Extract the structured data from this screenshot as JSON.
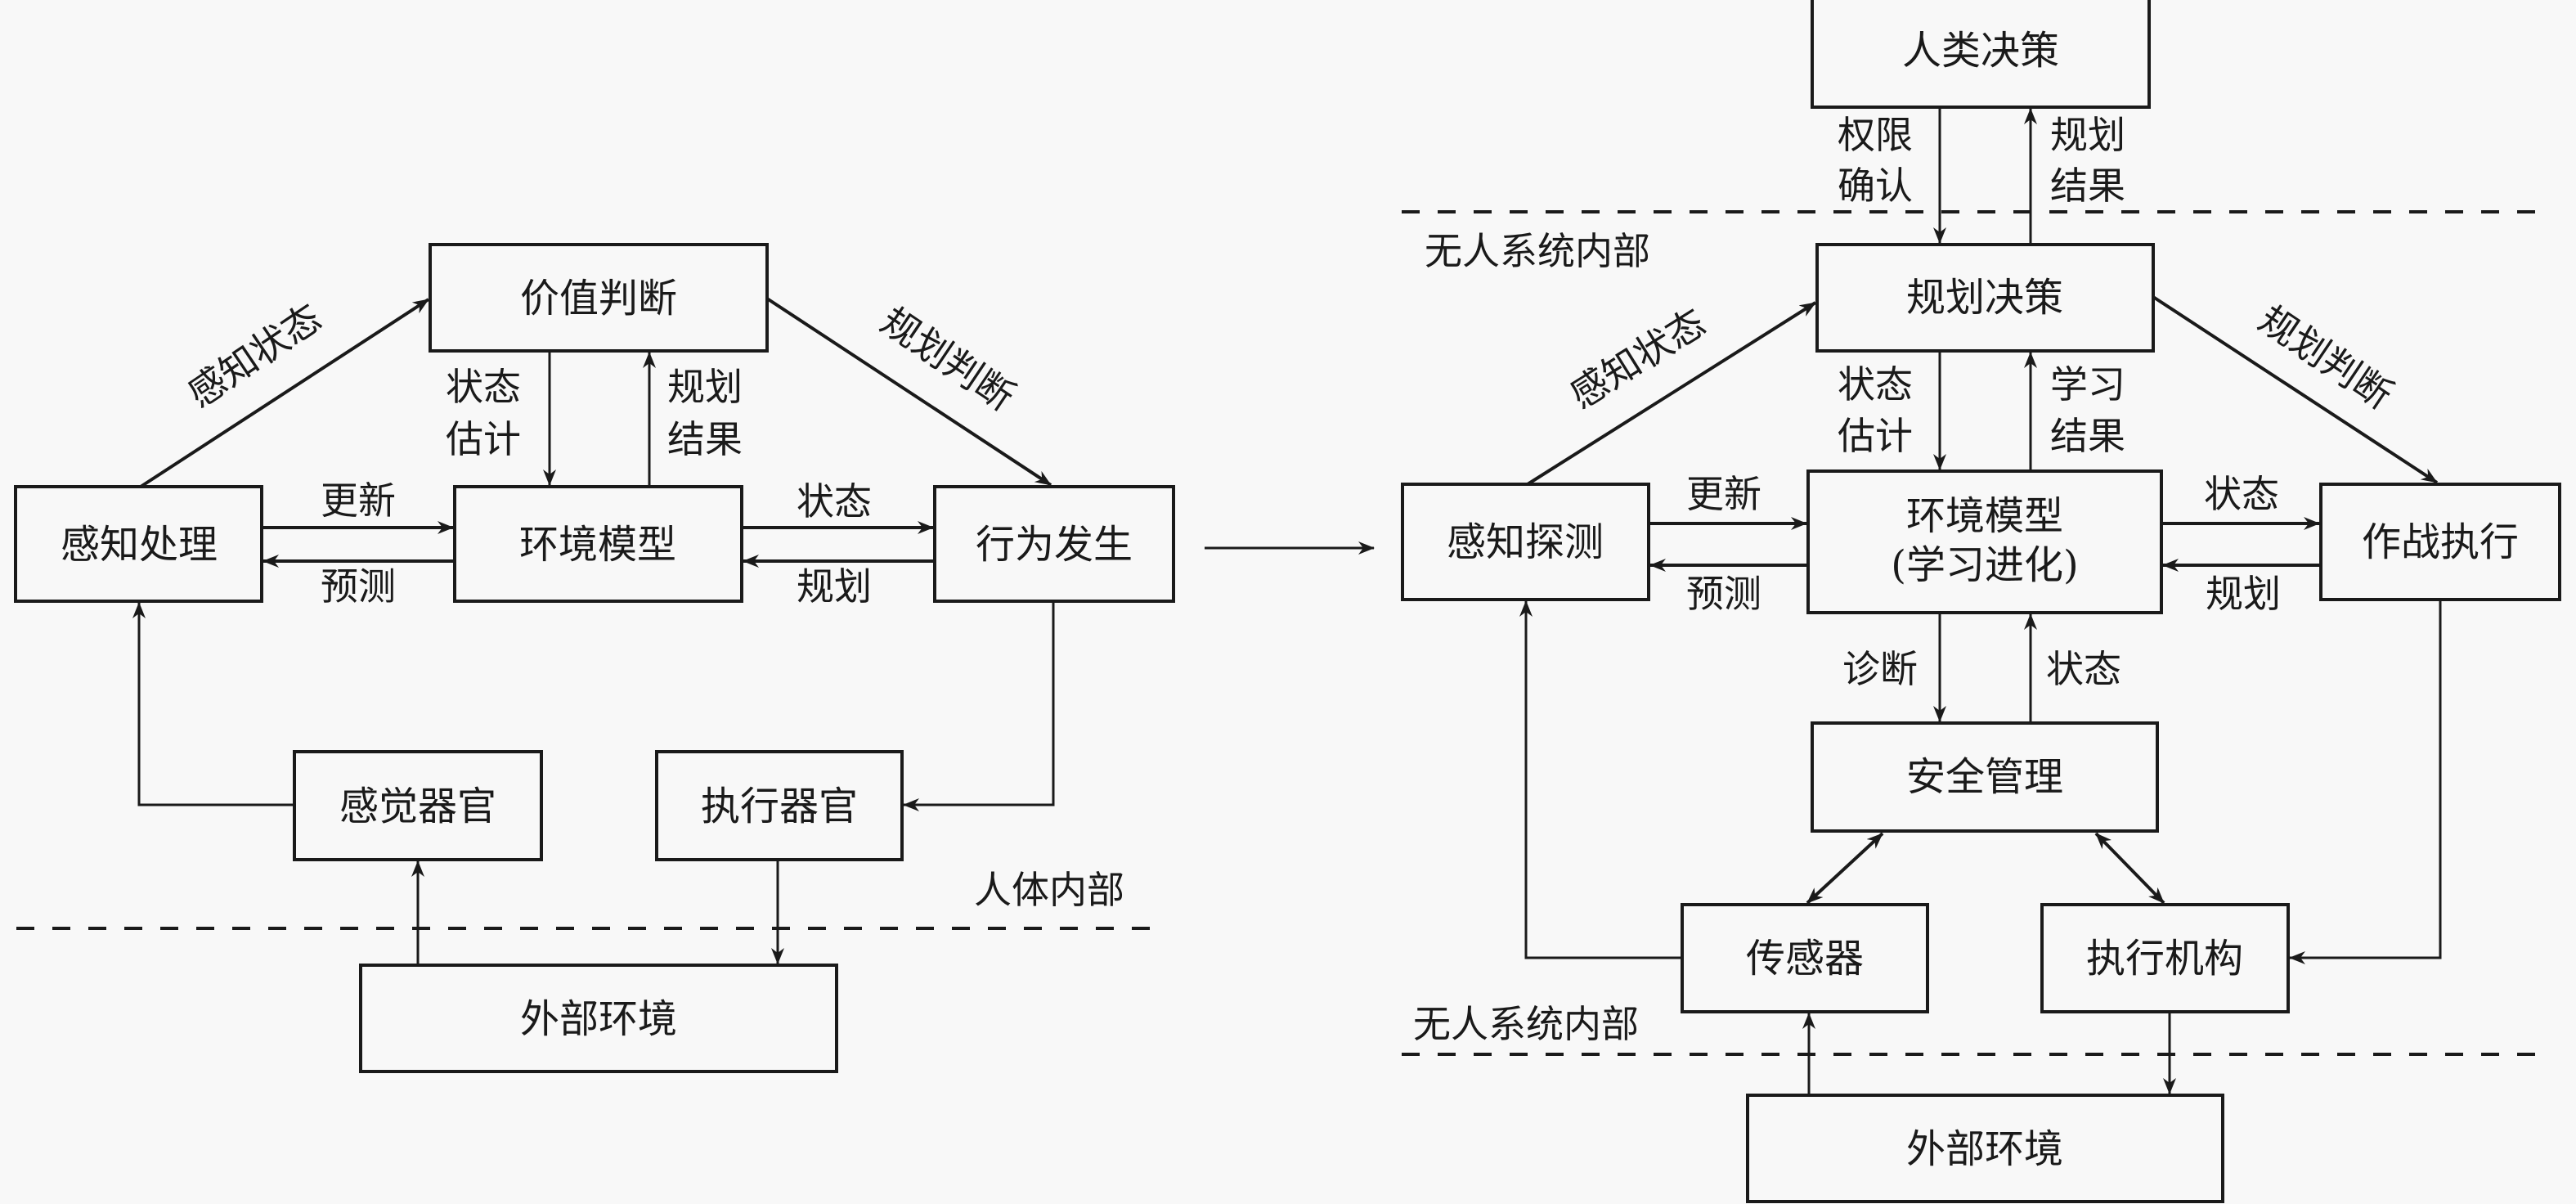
{
  "colors": {
    "background": "#f8f8f8",
    "ink": "#1a1a1a"
  },
  "left_diagram": {
    "boxes": {
      "value_judgment": "价值判断",
      "perception_processing": "感知处理",
      "environment_model": "环境模型",
      "behavior_occurrence": "行为发生",
      "sensory_organs": "感觉器官",
      "executive_organs": "执行器官",
      "external_environment": "外部环境"
    },
    "edges": {
      "perceived_state": "感知状态",
      "planning_judgment": "规划判断",
      "state_estimation": [
        "状态",
        "估计"
      ],
      "planning_result": [
        "规划",
        "结果"
      ],
      "update": "更新",
      "prediction": "预测",
      "state": "状态",
      "planning": "规划"
    },
    "boundary_label": "人体内部"
  },
  "transition_arrow": "right-arrow",
  "right_diagram": {
    "boxes": {
      "human_decision": "人类决策",
      "planning_decision": "规划决策",
      "perception_detection": "感知探测",
      "environment_model": [
        "环境模型",
        "(学习进化)"
      ],
      "combat_execution": "作战执行",
      "safety_management": "安全管理",
      "sensor": "传感器",
      "actuator": "执行机构",
      "external_environment": "外部环境"
    },
    "edges": {
      "authority_confirmation": [
        "权限",
        "确认"
      ],
      "planning_result": [
        "规划",
        "结果"
      ],
      "perceived_state": "感知状态",
      "planning_judgment": "规划判断",
      "state_estimation": [
        "状态",
        "估计"
      ],
      "learning_result": [
        "学习",
        "结果"
      ],
      "update": "更新",
      "prediction": "预测",
      "state": "状态",
      "planning": "规划",
      "diagnosis": "诊断",
      "state_feedback": "状态"
    },
    "boundary_label_top": "无人系统内部",
    "boundary_label_bottom": "无人系统内部"
  }
}
